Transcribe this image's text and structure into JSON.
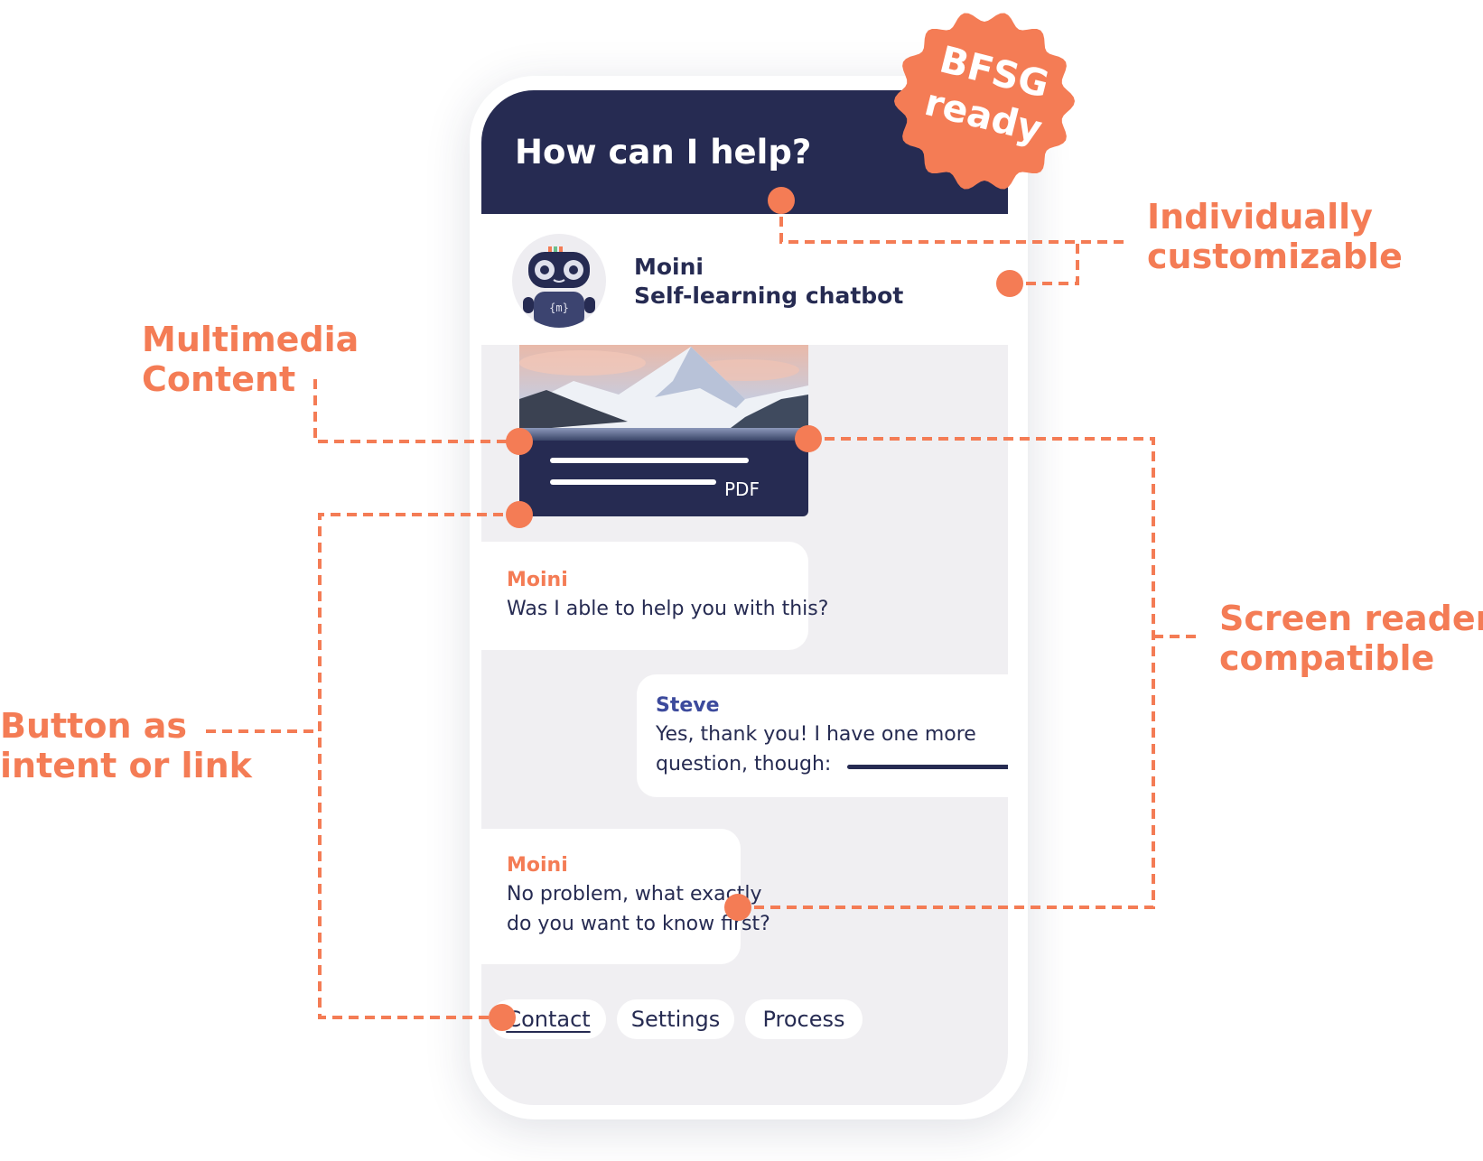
{
  "colors": {
    "accent": "#f47c55",
    "navy": "#262b52",
    "chat_bg": "#f0eff2",
    "user_name": "#3c4a9c"
  },
  "header": {
    "title": "How can I help?"
  },
  "bot": {
    "name": "Moini",
    "subtitle": "Self-learning chatbot",
    "avatar_badge": "{m}"
  },
  "media": {
    "file_type": "PDF"
  },
  "messages": [
    {
      "sender": "Moini",
      "lines": [
        "Was I able to help you with this?"
      ]
    },
    {
      "sender": "Steve",
      "lines": [
        "Yes, thank you! I have one more",
        "question, though:"
      ],
      "suffix": "?"
    },
    {
      "sender": "Moini",
      "lines": [
        "No problem, what exactly",
        "do you want to know first?"
      ]
    }
  ],
  "quick_replies": [
    "Contact",
    "Settings",
    "Process"
  ],
  "badge": {
    "line1": "BFSG",
    "line2": "ready"
  },
  "callouts": {
    "customizable": [
      "Individually",
      "customizable"
    ],
    "multimedia": [
      "Multimedia",
      "Content"
    ],
    "screen_reader": [
      "Screen reader",
      "compatible"
    ],
    "button": [
      "Button as",
      "intent or link"
    ]
  }
}
